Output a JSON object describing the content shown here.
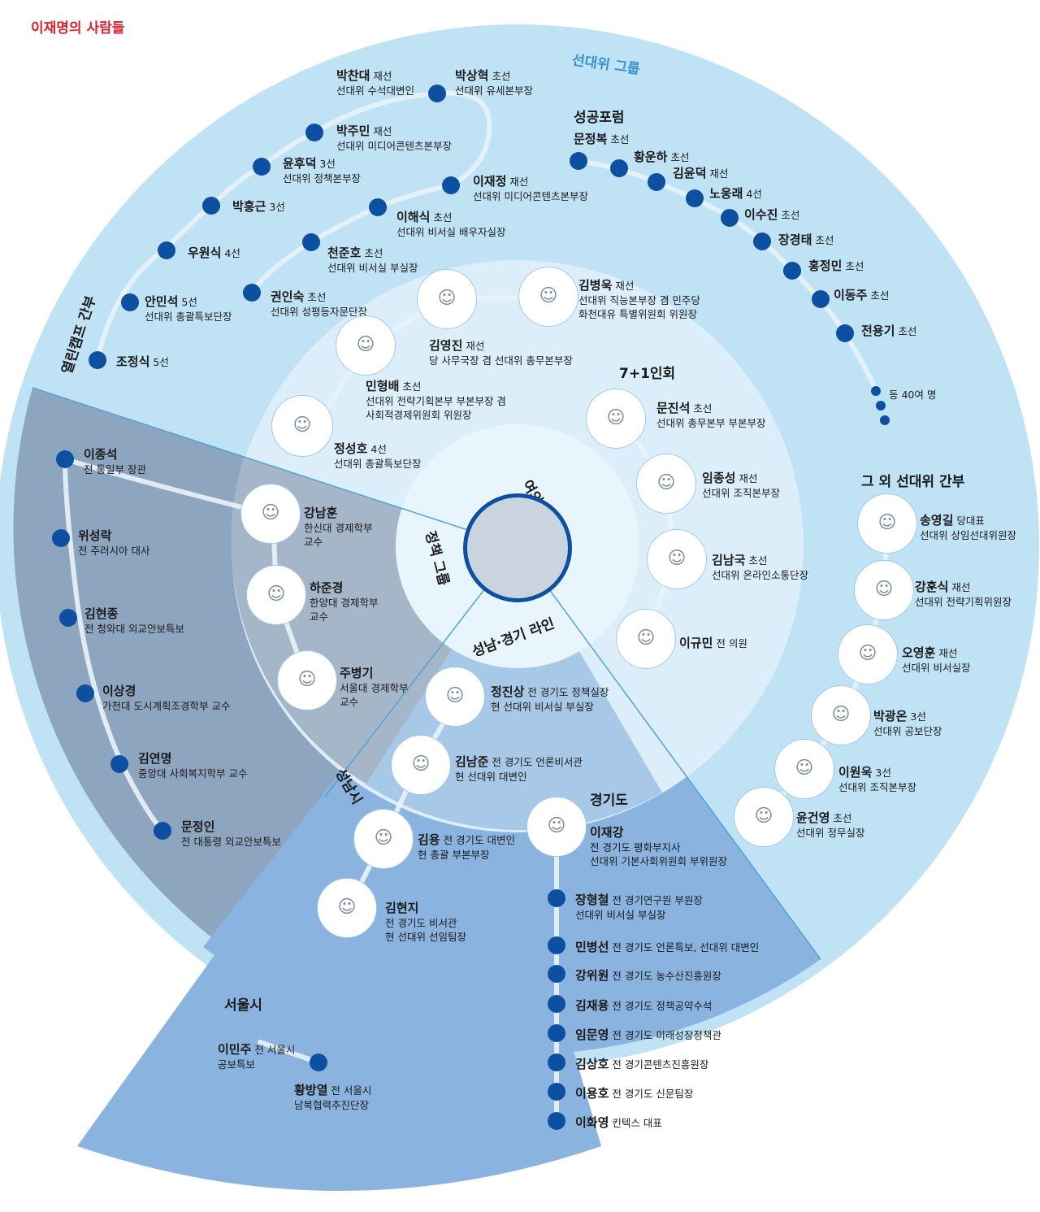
{
  "title": "이재명의 사람들",
  "groups": {
    "sundaewi": "선대위 그룹",
    "sunggong": "성공포럼",
    "yeoido": "여의도 그룹",
    "seven": "7+1인회",
    "policy": "정책 그룹",
    "seongnam_line": "성남·경기 라인",
    "seongnam": "성남시",
    "gyeonggi": "경기도",
    "seoul": "서울시",
    "others": "그 외 선대위 간부",
    "yeolrin": "열린캠프 간부",
    "etc": "등 40여 명"
  },
  "people": [
    {
      "id": "p1",
      "name": "박찬대",
      "role": "재선",
      "sub": "선대위 수석대변인"
    },
    {
      "id": "p2",
      "name": "박상혁",
      "role": "초선",
      "sub": "선대위 유세본부장"
    },
    {
      "id": "p3",
      "name": "박주민",
      "role": "재선",
      "sub": "선대위 미디어콘텐츠본부장"
    },
    {
      "id": "p4",
      "name": "윤후덕",
      "role": "3선",
      "sub": "선대위 정책본부장"
    },
    {
      "id": "p5",
      "name": "박홍근",
      "role": "3선",
      "sub": ""
    },
    {
      "id": "p6",
      "name": "우원식",
      "role": "4선",
      "sub": ""
    },
    {
      "id": "p7",
      "name": "안민석",
      "role": "5선",
      "sub": "선대위 총괄특보단장"
    },
    {
      "id": "p8",
      "name": "조정식",
      "role": "5선",
      "sub": ""
    },
    {
      "id": "p9",
      "name": "이재정",
      "role": "재선",
      "sub": "선대위 미디어콘텐츠본부장"
    },
    {
      "id": "p10",
      "name": "이해식",
      "role": "초선",
      "sub": "선대위 비서실 배우자실장"
    },
    {
      "id": "p11",
      "name": "천준호",
      "role": "초선",
      "sub": "선대위 비서실 부실장"
    },
    {
      "id": "p12",
      "name": "권인숙",
      "role": "초선",
      "sub": "선대위 성평등자문단장"
    },
    {
      "id": "p13",
      "name": "문정복",
      "role": "초선",
      "sub": ""
    },
    {
      "id": "p14",
      "name": "황운하",
      "role": "초선",
      "sub": ""
    },
    {
      "id": "p15",
      "name": "김윤덕",
      "role": "재선",
      "sub": ""
    },
    {
      "id": "p16",
      "name": "노웅래",
      "role": "4선",
      "sub": ""
    },
    {
      "id": "p17",
      "name": "이수진",
      "role": "초선",
      "sub": ""
    },
    {
      "id": "p18",
      "name": "장경태",
      "role": "초선",
      "sub": ""
    },
    {
      "id": "p19",
      "name": "홍정민",
      "role": "초선",
      "sub": ""
    },
    {
      "id": "p20",
      "name": "이동주",
      "role": "초선",
      "sub": ""
    },
    {
      "id": "p21",
      "name": "전용기",
      "role": "초선",
      "sub": ""
    },
    {
      "id": "p22",
      "name": "김병욱",
      "role": "재선",
      "sub": "선대위 직능본부장 겸 민주당",
      "sub2": "화천대유 특별위원회 위원장"
    },
    {
      "id": "p23",
      "name": "김영진",
      "role": "재선",
      "sub": "당 사무국장 겸 선대위 총무본부장"
    },
    {
      "id": "p24",
      "name": "민형배",
      "role": "초선",
      "sub": "선대위 전략기획본부 부본부장 겸",
      "sub2": "사회적경제위원회 위원장"
    },
    {
      "id": "p25",
      "name": "정성호",
      "role": "4선",
      "sub": "선대위 총괄특보단장"
    },
    {
      "id": "p26",
      "name": "문진석",
      "role": "초선",
      "sub": "선대위 총무본부 부본부장"
    },
    {
      "id": "p27",
      "name": "임종성",
      "role": "재선",
      "sub": "선대위 조직본부장"
    },
    {
      "id": "p28",
      "name": "김남국",
      "role": "초선",
      "sub": "선대위 온라인소통단장"
    },
    {
      "id": "p29",
      "name": "이규민",
      "role": "전 의원",
      "sub": ""
    },
    {
      "id": "p30",
      "name": "송영길",
      "role": "당대표",
      "sub": "선대위 상임선대위원장"
    },
    {
      "id": "p31",
      "name": "강훈식",
      "role": "재선",
      "sub": "선대위 전략기획위원장"
    },
    {
      "id": "p32",
      "name": "오영훈",
      "role": "재선",
      "sub": "선대위 비서실장"
    },
    {
      "id": "p33",
      "name": "박광온",
      "role": "3선",
      "sub": "선대위 공보단장"
    },
    {
      "id": "p34",
      "name": "이원욱",
      "role": "3선",
      "sub": "선대위 조직본부장"
    },
    {
      "id": "p35",
      "name": "윤건영",
      "role": "초선",
      "sub": "선대위 정무실장"
    },
    {
      "id": "p36",
      "name": "이종석",
      "role": "",
      "sub": "전 통일부 장관"
    },
    {
      "id": "p37",
      "name": "위성락",
      "role": "",
      "sub": "전 주러시아 대사"
    },
    {
      "id": "p38",
      "name": "김현종",
      "role": "",
      "sub": "전 청와대 외교안보특보"
    },
    {
      "id": "p39",
      "name": "이상경",
      "role": "",
      "sub": "가천대 도시계획조경학부 교수"
    },
    {
      "id": "p40",
      "name": "김연명",
      "role": "",
      "sub": "중앙대 사회복지학부 교수"
    },
    {
      "id": "p41",
      "name": "문정인",
      "role": "",
      "sub": "전 대통령 외교안보특보"
    },
    {
      "id": "p42",
      "name": "강남훈",
      "role": "",
      "sub": "한신대 경제학부",
      "sub2": "교수"
    },
    {
      "id": "p43",
      "name": "하준경",
      "role": "",
      "sub": "한양대 경제학부",
      "sub2": "교수"
    },
    {
      "id": "p44",
      "name": "주병기",
      "role": "",
      "sub": "서울대 경제학부",
      "sub2": "교수"
    },
    {
      "id": "p45",
      "name": "정진상",
      "role": "전 경기도 정책실장",
      "sub": "현 선대위 비서실 부실장"
    },
    {
      "id": "p46",
      "name": "김남준",
      "role": "전 경기도 언론비서관",
      "sub": "현 선대위 대변인"
    },
    {
      "id": "p47",
      "name": "김용",
      "role": "전 경기도 대변인",
      "sub": "현 총괄 부본부장"
    },
    {
      "id": "p48",
      "name": "김현지",
      "role": "",
      "sub": "전 경기도 비서관",
      "sub2": "현 선대위 선임팀장"
    },
    {
      "id": "p49",
      "name": "이재강",
      "role": "",
      "sub": "전 경기도 평화부지사",
      "sub2": "선대위 기본사회위원회 부위원장"
    },
    {
      "id": "p50",
      "name": "장형철",
      "role": "전 경기연구원 부원장",
      "sub": "선대위 비서실 부실장"
    },
    {
      "id": "p51",
      "name": "민병선",
      "role": "전 경기도 언론특보, 선대위 대변인",
      "sub": ""
    },
    {
      "id": "p52",
      "name": "강위원",
      "role": "전 경기도 농수산진흥원장",
      "sub": ""
    },
    {
      "id": "p53",
      "name": "김재용",
      "role": "전 경기도 정책공약수석",
      "sub": ""
    },
    {
      "id": "p54",
      "name": "임문영",
      "role": "전 경기도 미래성장정책관",
      "sub": ""
    },
    {
      "id": "p55",
      "name": "김상호",
      "role": "전 경기콘텐츠진흥원장",
      "sub": ""
    },
    {
      "id": "p56",
      "name": "이용호",
      "role": "전 경기도 신문팀장",
      "sub": ""
    },
    {
      "id": "p57",
      "name": "이화영",
      "role": "킨텍스 대표",
      "sub": ""
    },
    {
      "id": "p58",
      "name": "이민주",
      "role": "전 서울시",
      "sub": "공보특보"
    },
    {
      "id": "p59",
      "name": "황방열",
      "role": "전 서울시",
      "sub": "남북협력추진단장"
    }
  ]
}
